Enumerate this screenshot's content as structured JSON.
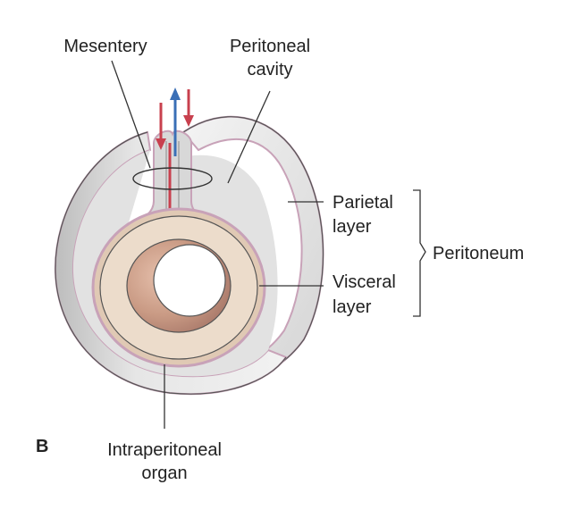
{
  "figure": {
    "panel_letter": "B",
    "labels": {
      "mesentery": "Mesentery",
      "peritoneal_cavity_1": "Peritoneal",
      "peritoneal_cavity_2": "cavity",
      "parietal_1": "Parietal",
      "parietal_2": "layer",
      "visceral_1": "Visceral",
      "visceral_2": "layer",
      "peritoneum": "Peritoneum",
      "organ_1": "Intraperitoneal",
      "organ_2": "organ"
    }
  },
  "colors": {
    "membrane_fill": "#dcdcdc",
    "membrane_outline": "#c8a2b8",
    "organ_ring": "#ecdccb",
    "organ_lumen": "#c99a84",
    "artery_red": "#c8404e",
    "vein_blue": "#3a6fb6",
    "leader_line": "#333333"
  }
}
